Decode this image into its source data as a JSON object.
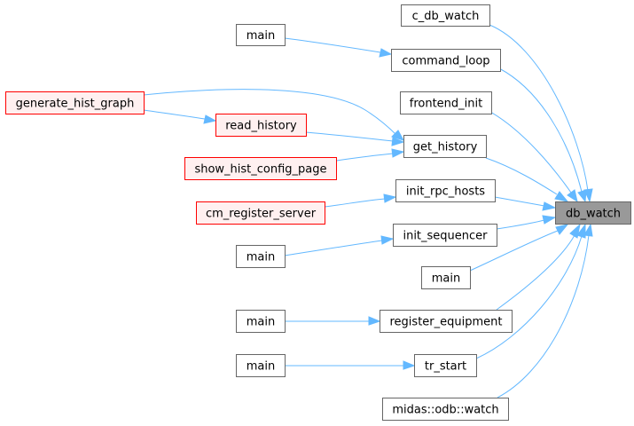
{
  "graph": {
    "colors": {
      "edge": "#63b8ff",
      "border_normal": "#666666",
      "border_truncated": "#ff0000",
      "fill_normal": "#ffffff",
      "fill_truncated": "#fff0f0",
      "fill_focus": "#999999",
      "border_focus": "#666666"
    },
    "focus": {
      "id": "db_watch",
      "label": "db_watch"
    },
    "nodes": [
      {
        "id": "c_db_watch",
        "label": "c_db_watch",
        "style": "normal"
      },
      {
        "id": "main_1",
        "label": "main",
        "style": "normal"
      },
      {
        "id": "command_loop",
        "label": "command_loop",
        "style": "normal"
      },
      {
        "id": "generate_hist_graph",
        "label": "generate_hist_graph",
        "style": "truncated"
      },
      {
        "id": "frontend_init",
        "label": "frontend_init",
        "style": "normal"
      },
      {
        "id": "read_history",
        "label": "read_history",
        "style": "truncated"
      },
      {
        "id": "get_history",
        "label": "get_history",
        "style": "normal"
      },
      {
        "id": "show_hist_config_page",
        "label": "show_hist_config_page",
        "style": "truncated"
      },
      {
        "id": "init_rpc_hosts",
        "label": "init_rpc_hosts",
        "style": "normal"
      },
      {
        "id": "cm_register_server",
        "label": "cm_register_server",
        "style": "truncated"
      },
      {
        "id": "init_sequencer",
        "label": "init_sequencer",
        "style": "normal"
      },
      {
        "id": "main_2",
        "label": "main",
        "style": "normal"
      },
      {
        "id": "main_3",
        "label": "main",
        "style": "normal"
      },
      {
        "id": "main_4",
        "label": "main",
        "style": "normal"
      },
      {
        "id": "register_equipment",
        "label": "register_equipment",
        "style": "normal"
      },
      {
        "id": "main_5",
        "label": "main",
        "style": "normal"
      },
      {
        "id": "tr_start",
        "label": "tr_start",
        "style": "normal"
      },
      {
        "id": "midas_odb_watch",
        "label": "midas::odb::watch",
        "style": "normal"
      }
    ],
    "edges": [
      {
        "from": "c_db_watch",
        "to": "db_watch"
      },
      {
        "from": "command_loop",
        "to": "db_watch"
      },
      {
        "from": "frontend_init",
        "to": "db_watch"
      },
      {
        "from": "get_history",
        "to": "db_watch"
      },
      {
        "from": "init_rpc_hosts",
        "to": "db_watch"
      },
      {
        "from": "init_sequencer",
        "to": "db_watch"
      },
      {
        "from": "main_3",
        "to": "db_watch"
      },
      {
        "from": "register_equipment",
        "to": "db_watch"
      },
      {
        "from": "tr_start",
        "to": "db_watch"
      },
      {
        "from": "midas_odb_watch",
        "to": "db_watch"
      },
      {
        "from": "main_1",
        "to": "command_loop"
      },
      {
        "from": "generate_hist_graph",
        "to": "get_history"
      },
      {
        "from": "generate_hist_graph",
        "to": "read_history"
      },
      {
        "from": "read_history",
        "to": "get_history"
      },
      {
        "from": "show_hist_config_page",
        "to": "get_history"
      },
      {
        "from": "cm_register_server",
        "to": "init_rpc_hosts"
      },
      {
        "from": "main_2",
        "to": "init_sequencer"
      },
      {
        "from": "main_4",
        "to": "register_equipment"
      },
      {
        "from": "main_5",
        "to": "tr_start"
      }
    ]
  }
}
